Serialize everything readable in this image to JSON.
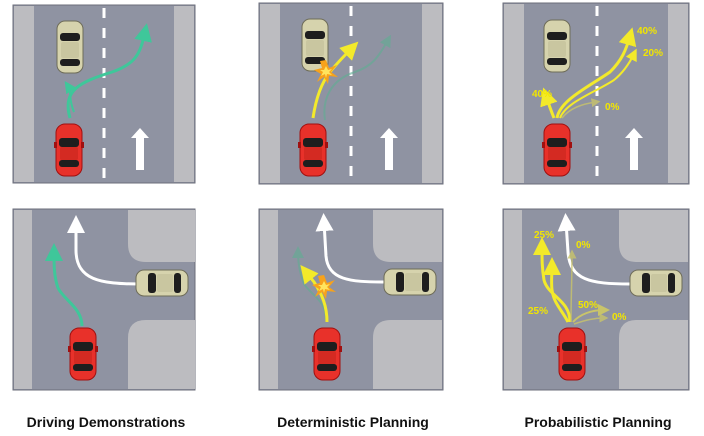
{
  "captions": {
    "col1": "Driving Demonstrations",
    "col2": "Deterministic Planning",
    "col3": "Probabilistic Planning"
  },
  "probabilities": {
    "highway": {
      "left_far": "40%",
      "left_near": "20%",
      "straight_left": "40%",
      "stay": "0%"
    },
    "intersection": {
      "left_top": "25%",
      "straight_top": "0%",
      "left_low": "25%",
      "right_up": "50%",
      "right_low": "0%"
    }
  },
  "colors": {
    "road": "#8f93a2",
    "shoulder": "#bcbcc0",
    "demo_path": "#3fc79a",
    "plan_path": "#f3ea2a",
    "other_path": "#ffffff",
    "ego_car": "#e8312a",
    "other_car": "#d6d3ad"
  }
}
